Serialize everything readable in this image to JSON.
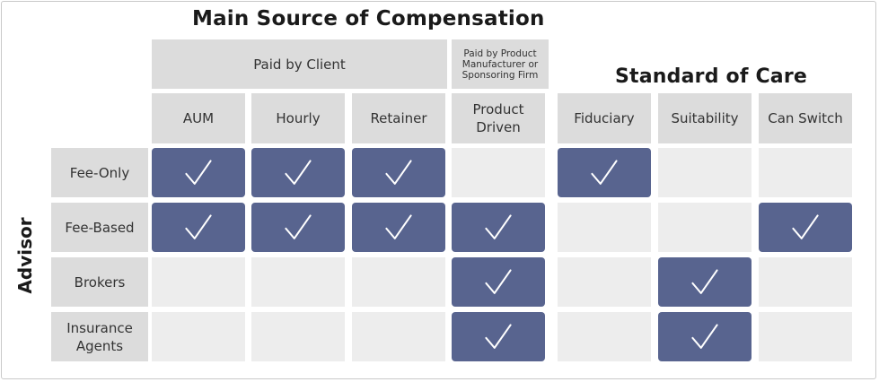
{
  "titles": {
    "main_source": "Main Source of Compensation",
    "standard_of_care": "Standard of Care",
    "advisor": "Advisor"
  },
  "group_headers": {
    "paid_by_client": "Paid by Client",
    "paid_by_product": "Paid by Product Manufacturer or Sponsoring Firm"
  },
  "columns": [
    "AUM",
    "Hourly",
    "Retainer",
    "Product Driven",
    "Fiduciary",
    "Suitability",
    "Can Switch"
  ],
  "rows": [
    {
      "label": "Fee-Only",
      "checks": [
        true,
        true,
        true,
        false,
        true,
        false,
        false
      ]
    },
    {
      "label": "Fee-Based",
      "checks": [
        true,
        true,
        true,
        true,
        false,
        false,
        true
      ]
    },
    {
      "label": "Brokers",
      "checks": [
        false,
        false,
        false,
        true,
        false,
        true,
        false
      ]
    },
    {
      "label": "Insurance Agents",
      "checks": [
        false,
        false,
        false,
        true,
        false,
        true,
        false
      ]
    }
  ],
  "colors": {
    "check_fill": "#58648f",
    "header_fill": "#dcdcdc",
    "empty_fill": "#ededed",
    "check_mark": "#ffffff"
  },
  "icons": {
    "check": "check-mark-icon"
  }
}
